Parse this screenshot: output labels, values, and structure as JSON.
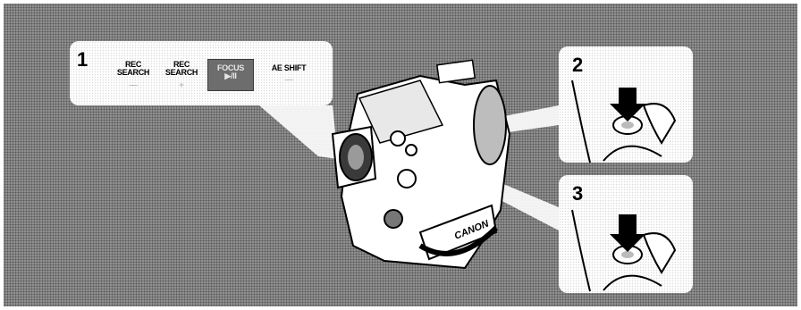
{
  "panel1": {
    "step": "1",
    "buttons": [
      {
        "label": "REC\nSEARCH",
        "sub": "—"
      },
      {
        "label": "REC\nSEARCH",
        "sub": "+"
      },
      {
        "label": "FOCUS\n▶/II",
        "sub": ""
      },
      {
        "label": "AE SHIFT",
        "sub": "—"
      }
    ]
  },
  "panel2": {
    "step": "2"
  },
  "panel3": {
    "step": "3"
  },
  "camera": {
    "model": "CANON"
  }
}
